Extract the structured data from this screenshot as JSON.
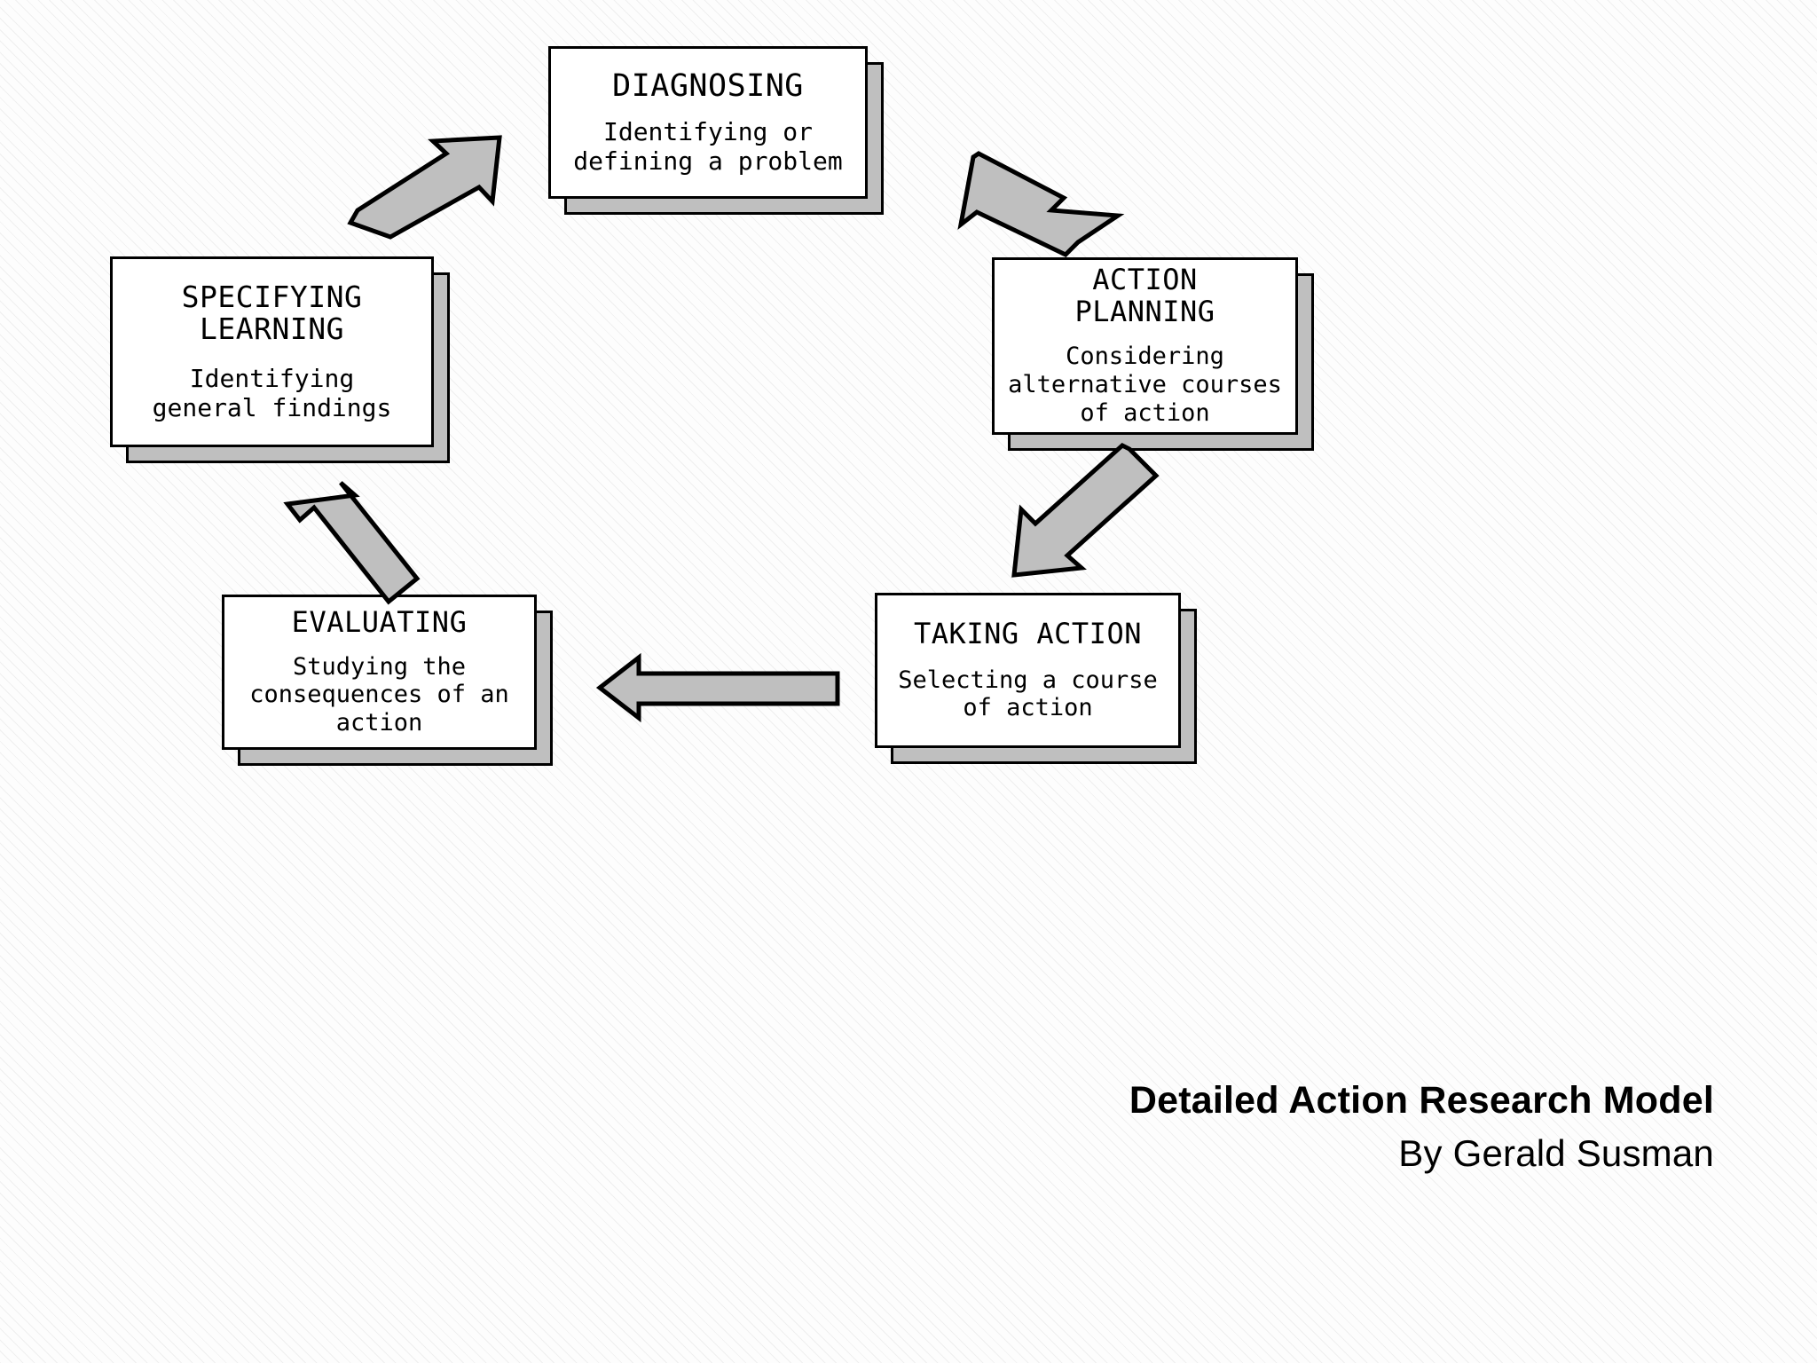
{
  "diagram": {
    "title": "Detailed Action Research Model",
    "author": "By Gerald  Susman",
    "colors": {
      "box_fill": "#ffffff",
      "box_border": "#000000",
      "shadow_fill": "#bfbfbf",
      "arrow_fill": "#bfbfbf",
      "arrow_stroke": "#000000",
      "background": "#fdfdfd"
    },
    "nodes": [
      {
        "id": "diagnosing",
        "title": "DIAGNOSING",
        "desc": "Identifying or\ndefining a problem"
      },
      {
        "id": "action-planning",
        "title": "ACTION\nPLANNING",
        "desc": "Considering\nalternative courses\nof action"
      },
      {
        "id": "taking-action",
        "title": "TAKING ACTION",
        "desc": "Selecting a course\nof action"
      },
      {
        "id": "evaluating",
        "title": "EVALUATING",
        "desc": "Studying the\nconsequences of an\naction"
      },
      {
        "id": "specifying",
        "title": "SPECIFYING\nLEARNING",
        "desc": "Identifying\ngeneral findings"
      }
    ],
    "arrows": [
      {
        "id": "diagnosing-to-action-planning",
        "from": "diagnosing",
        "to": "action-planning"
      },
      {
        "id": "action-planning-to-taking-action",
        "from": "action-planning",
        "to": "taking-action"
      },
      {
        "id": "taking-action-to-evaluating",
        "from": "taking-action",
        "to": "evaluating"
      },
      {
        "id": "evaluating-to-specifying",
        "from": "evaluating",
        "to": "specifying"
      },
      {
        "id": "specifying-to-diagnosing",
        "from": "specifying",
        "to": "diagnosing"
      }
    ]
  }
}
